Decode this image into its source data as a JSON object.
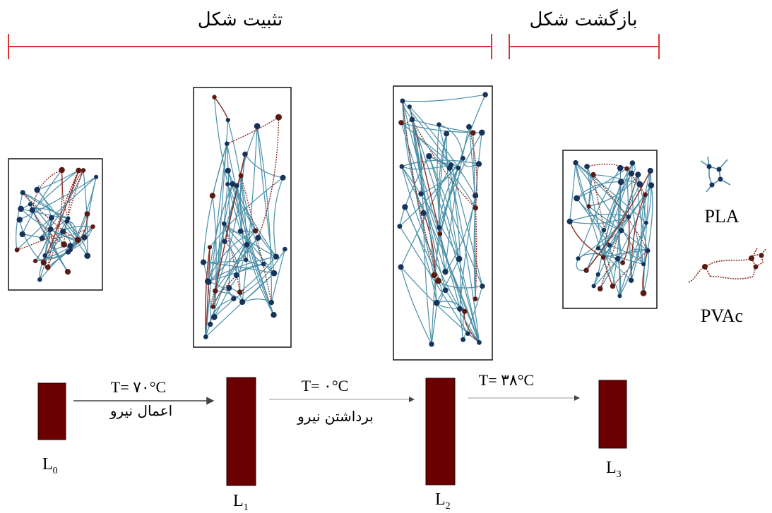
{
  "phases": {
    "fixing_label": "تثبیت شکل",
    "recovery_label": "بازگشت شکل"
  },
  "legend": {
    "pla_label": "PLA",
    "pvac_label": "PVAc"
  },
  "steps": [
    {
      "temperature": "T= ۷۰°C",
      "action": "اعمال نیرو"
    },
    {
      "temperature": "T= ۰°C",
      "action": "برداشتن نیرو"
    },
    {
      "temperature": "T= ۳۸°C",
      "action": ""
    }
  ],
  "samples": [
    {
      "symbol": "L",
      "subscript": "0"
    },
    {
      "symbol": "L",
      "subscript": "1"
    },
    {
      "symbol": "L",
      "subscript": "2"
    },
    {
      "symbol": "L",
      "subscript": "3"
    }
  ],
  "colors": {
    "phase_line": "#e0322f",
    "sample_fill": "#6b0000",
    "pla_chain": "#4a8fa8",
    "pla_node": "#17335a",
    "pvac_chain": "#8a2a20",
    "pvac_node": "#5a1a14",
    "arrow": "#444444"
  }
}
